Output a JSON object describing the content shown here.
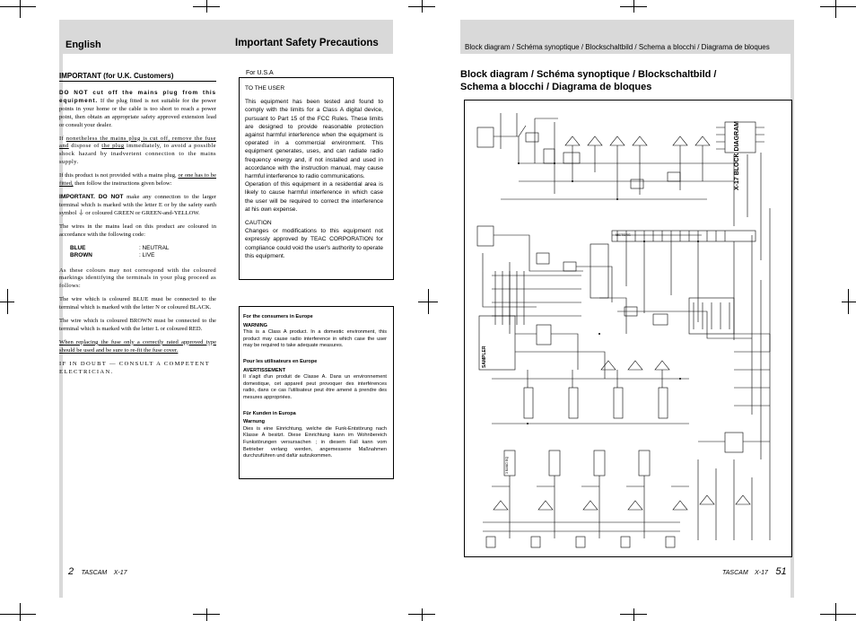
{
  "left_page": {
    "language": "English",
    "title": "Important Safety Precautions",
    "uk": {
      "heading": "IMPORTANT (for U.K. Customers)",
      "p1_bold": "DO NOT cut off the mains plug from this equipment.",
      "p1_rest": "If the plug fitted is not suitable for the power points in your home or the cable is too short to reach a power point, then obtain an appropriate safety approved extension lead or consult your dealer.",
      "p2_a": "If",
      "p2_u1": "nonetheless the mains plug is cut off, remove the fuse and",
      "p2_b": "dispose of",
      "p2_u2": "the plug",
      "p2_c": "immediately, to avoid a possible shock hazard by inadvertent connection to the mains supply.",
      "p3_a": "If this product is not provided with a mains plug,",
      "p3_u": "or one has to be fitted,",
      "p3_b": "then follow the instructions given below:",
      "p4_bold": "IMPORTANT. DO NOT",
      "p4_rest": "make any connection to the larger terminal which is marked with the letter E or by the safety earth symbol ⏚ or coloured GREEN or GREEN-and-YELLOW.",
      "p5": "The wires in the mains lead on this product are coloured in accordance with the following code:",
      "wire1_label": "BLUE",
      "wire1_value": ": NEUTRAL",
      "wire2_label": "BROWN",
      "wire2_value": ": LIVE",
      "p6": "As these colours may not correspond with the coloured markings identifying the terminals in your plug proceed as follows:",
      "p7": "The wire which is coloured BLUE must be connected to the terminal which is marked with the letter N or coloured BLACK.",
      "p8": "The wire which is coloured BROWN must be connected to the terminal which is marked with the letter L or coloured RED.",
      "p9": "When replacing the fuse only a correctly rated approved type should be used and be sure to re-fit the fuse cover.",
      "p10": "IF IN DOUBT — CONSULT A COMPETENT ELECTRICIAN."
    },
    "usa": {
      "legend": "For U.S.A",
      "heading": "TO THE USER",
      "p1": "This equipment has been tested and found to comply with the limits for a Class A digital device, pursuant to Part 15 of the FCC Rules. These limits are designed to provide reasonable protection against harmful interference when the equipment is operated in a commercial environment. This equipment generates, uses, and can radiate radio frequency energy and, if not installed and used in accordance with the instruction manual, may cause harmful interference to radio communications.",
      "p2": "Operation of this equipment in a residential area is likely to cause harmful interference in which case the user will be required to correct the interference at his own expense.",
      "caution_heading": "CAUTION",
      "caution": "Changes or modifications to this equipment not expressly approved by TEAC CORPORATION for compliance could void the user's authority to operate this equipment."
    },
    "europe": {
      "en_heading": "For the consumers in Europe",
      "en_sub": "WARNING",
      "en_text": "This is a Class A product. In a domestic environment, this product may cause radio interference in which case the user may be required to take adequate measures.",
      "fr_heading": "Pour les utilisateurs en Europe",
      "fr_sub": "AVERTISSEMENT",
      "fr_text": "Il s'agit d'un produit de Classe A. Dans un environnement domestique, cet appareil peut provoquer des interférences radio, dans ce cas l'utilisateur peut être amené à prendre des mesures appropriées.",
      "de_heading": "Für Kunden in Europa",
      "de_sub": "Warnung",
      "de_text": "Dies is eine Einrichtung, welche die Funk-Entstörung nach Klasse A besitzt. Diese Einrichtung kann im Wohnbereich Funkstörungen versursachen ; in diesem Fall kann vom Betrieber verlang werden, angemessene Maßnahmen durchzuführen und dafür aufzukommen."
    },
    "footer": {
      "page_number": "2",
      "brand": "TASCAM",
      "model": "X-17"
    }
  },
  "right_page": {
    "header": "Block diagram / Schéma synoptique / Blockschaltbild / Schema a blocchi / Diagrama de bloques",
    "title_line1": "Block diagram / Schéma synoptique / Blockschaltbild /",
    "title_line2": "Schema a blocchi / Diagrama de bloques",
    "diagram_title": "X-17 BLOCK DIAGRAM",
    "diagram_labels": {
      "sampler": "SAMPLER",
      "meters": "METERS",
      "band_eq": "3 BAND EQ"
    },
    "footer": {
      "brand": "TASCAM",
      "model": "X-17",
      "page_number": "51"
    }
  }
}
